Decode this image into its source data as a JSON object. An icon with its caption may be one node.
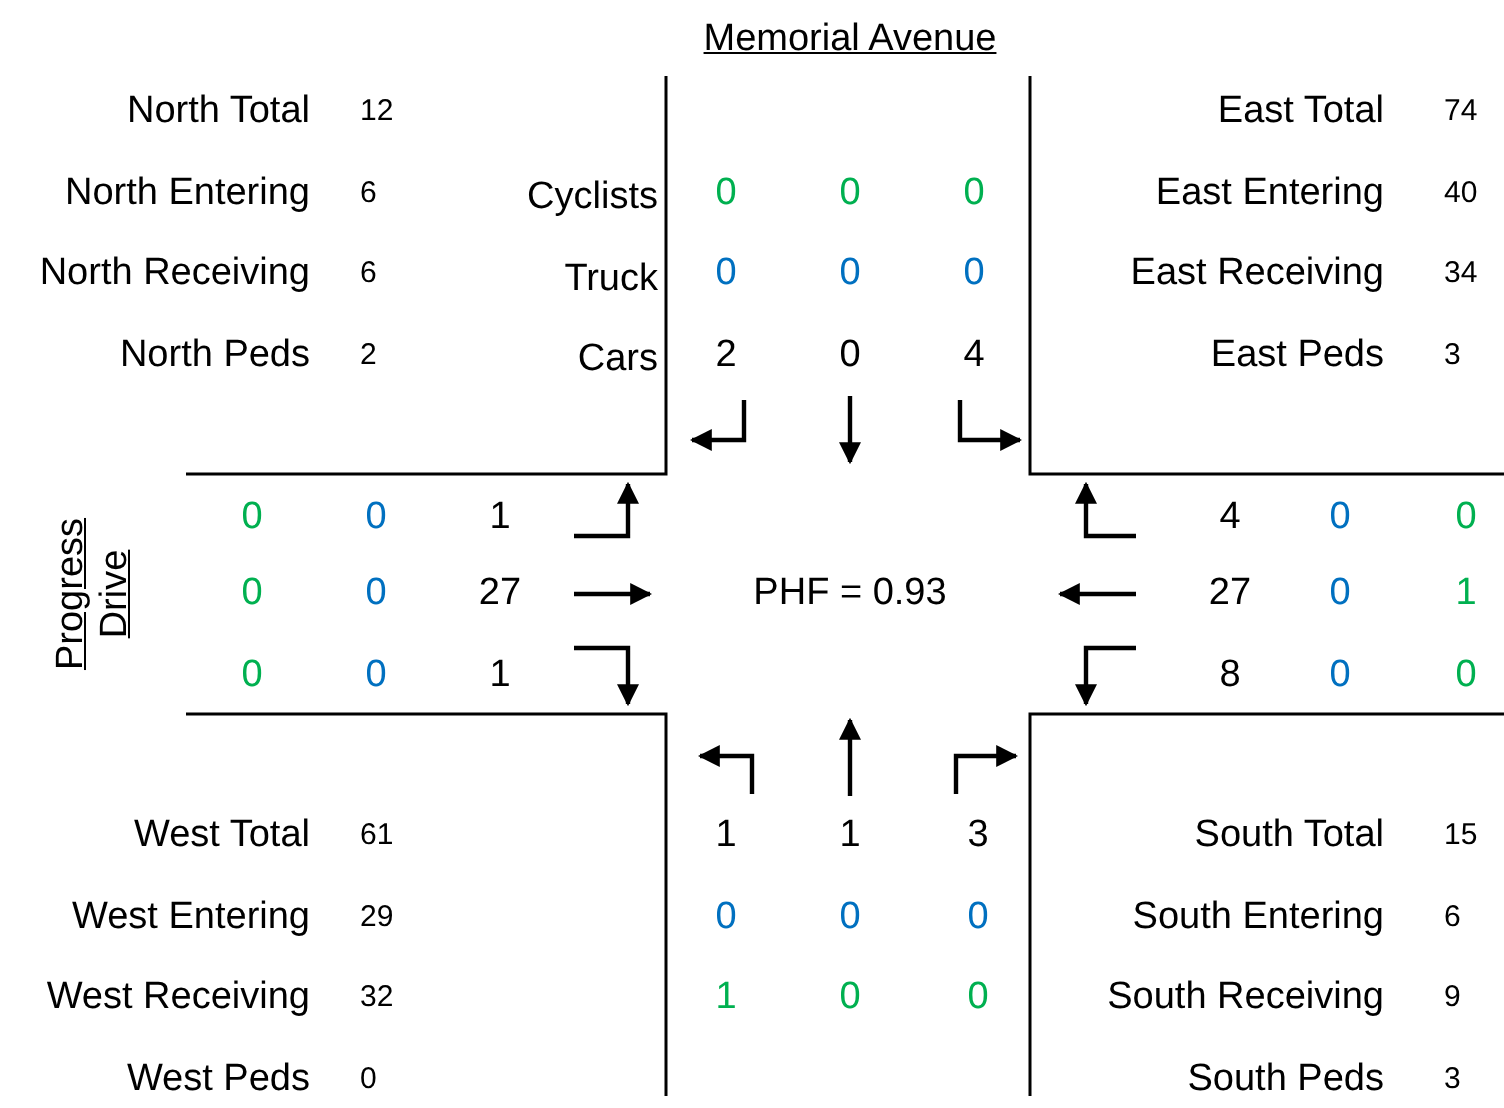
{
  "diagram": {
    "labels": [
      "Memorial Avenue",
      "North Total",
      "12",
      "East Total",
      "74",
      "North Entering",
      "6",
      "Cyclists",
      "0",
      "0",
      "0",
      "East Entering",
      "40",
      "North Receiving",
      "6",
      "Truck",
      "0",
      "0",
      "0",
      "East Receiving",
      "34",
      "North Peds",
      "2",
      "Cars",
      "2",
      "0",
      "4",
      "East Peds",
      "3",
      "Progress Drive",
      "0",
      "0",
      "1",
      "4",
      "0",
      "0",
      "0",
      "0",
      "27",
      "PHF = 0.93",
      "27",
      "0",
      "1",
      "0",
      "0",
      "1",
      "8",
      "0",
      "0",
      "West Total",
      "61",
      "1",
      "1",
      "3",
      "South Total",
      "15",
      "West Entering",
      "29",
      "0",
      "0",
      "0",
      "South Entering",
      "6",
      "West Receiving",
      "32",
      "1",
      "0",
      "0",
      "South Receiving",
      "9",
      "West Peds",
      "0",
      "South Peds",
      "3"
    ]
  }
}
